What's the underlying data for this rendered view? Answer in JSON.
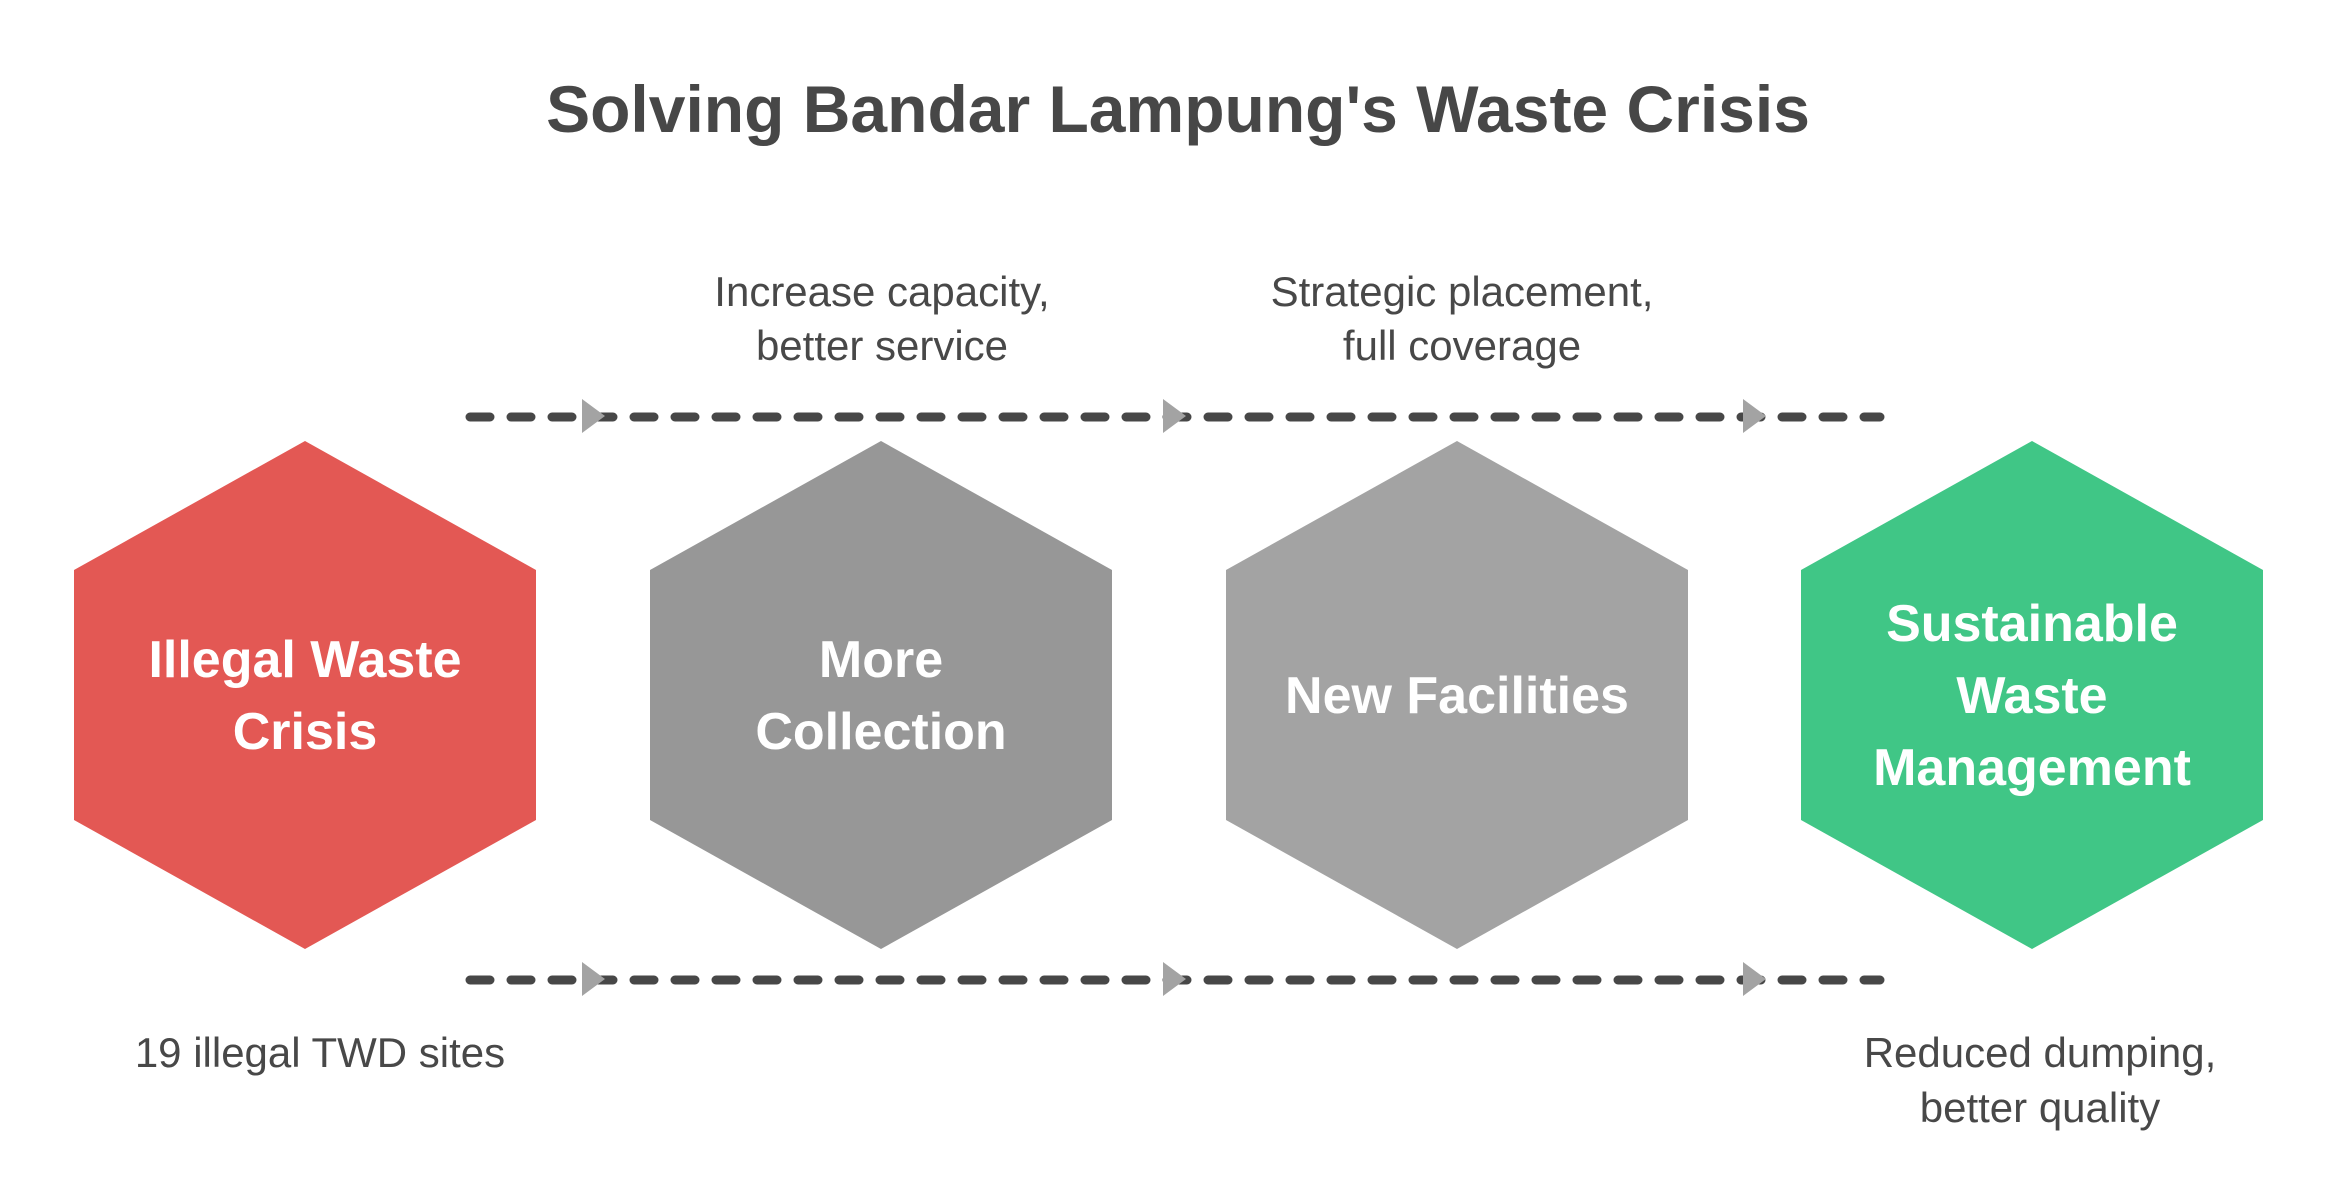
{
  "title": "Solving Bandar Lampung's Waste Crisis",
  "stages": [
    {
      "id": "illegal-waste-crisis",
      "lines": [
        "Illegal Waste",
        "Crisis"
      ],
      "color": "#e35854"
    },
    {
      "id": "more-collection",
      "lines": [
        "More",
        "Collection"
      ],
      "color": "#979797"
    },
    {
      "id": "new-facilities",
      "lines": [
        "New Facilities"
      ],
      "color": "#a3a3a3"
    },
    {
      "id": "sustainable-waste-management",
      "lines": [
        "Sustainable",
        "Waste",
        "Management"
      ],
      "color": "#40c686"
    }
  ],
  "top_captions": [
    {
      "between": "stage1-stage2",
      "lines": [
        "Increase capacity,",
        "better service"
      ]
    },
    {
      "between": "stage2-stage3",
      "lines": [
        "Strategic placement,",
        "full coverage"
      ]
    }
  ],
  "bottom_captions": [
    {
      "under": "illegal-waste-crisis",
      "lines": [
        "19 illegal TWD sites"
      ]
    },
    {
      "under": "sustainable-waste-management",
      "lines": [
        "Reduced dumping,",
        "better quality"
      ]
    }
  ],
  "colors": {
    "text": "#484848",
    "connector": "#474747",
    "arrowhead": "#a3a3a3"
  }
}
